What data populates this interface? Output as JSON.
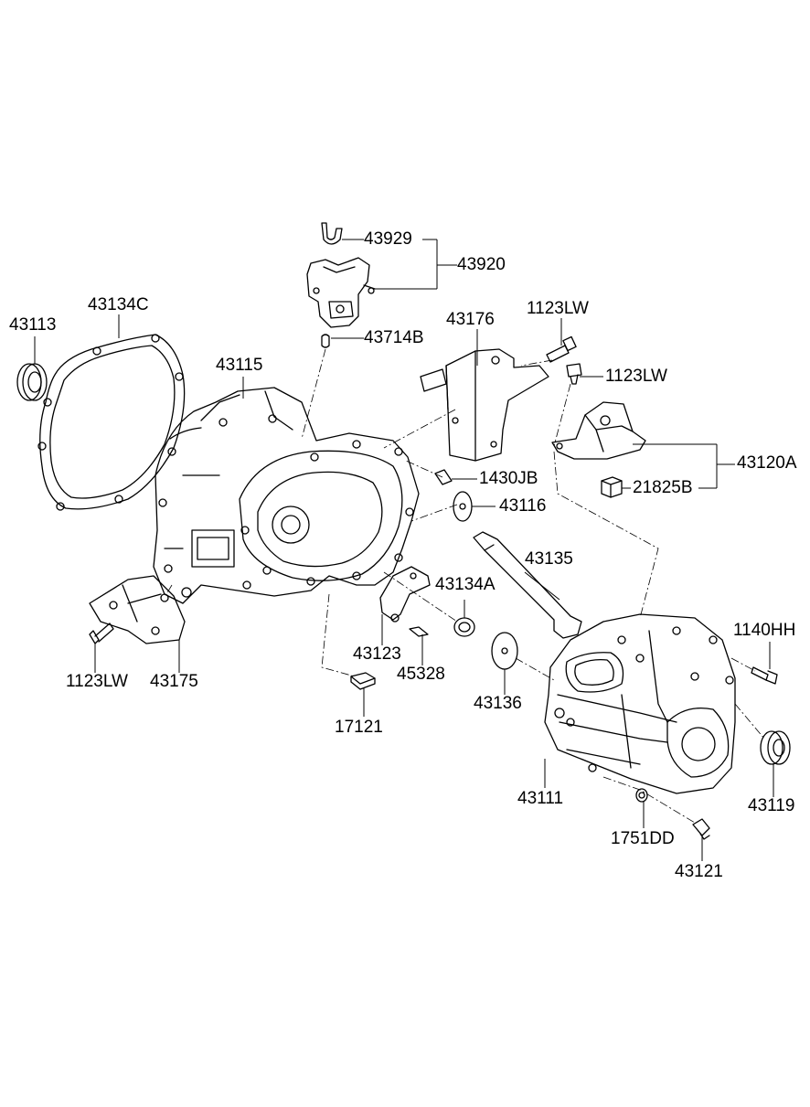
{
  "diagram": {
    "ink_color": "#000000",
    "background": "#ffffff",
    "labels": {
      "p43929": "43929",
      "p43920": "43920",
      "p43113": "43113",
      "p43134C": "43134C",
      "p43714B": "43714B",
      "p43176": "43176",
      "p1123LW_top": "1123LW",
      "p1123LW_mid": "1123LW",
      "p43115": "43115",
      "p43120A": "43120A",
      "p1430JB": "1430JB",
      "p21825B": "21825B",
      "p43116": "43116",
      "p43135": "43135",
      "p43134A": "43134A",
      "p1140HH": "1140HH",
      "p43123": "43123",
      "p45328": "45328",
      "p1123LW_left": "1123LW",
      "p43175": "43175",
      "p43136": "43136",
      "p17121": "17121",
      "p43111": "43111",
      "p43119": "43119",
      "p1751DD": "1751DD",
      "p43121": "43121"
    }
  }
}
